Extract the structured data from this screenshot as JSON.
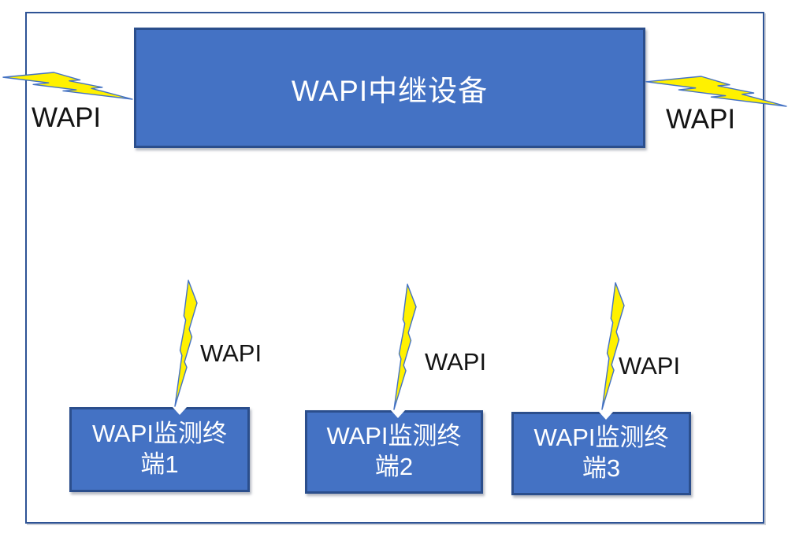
{
  "relay_box": {
    "label": "WAPI中继设备"
  },
  "wireless_links": {
    "left": {
      "label": "WAPI"
    },
    "right": {
      "label": "WAPI"
    },
    "terminal1": {
      "label": "WAPI"
    },
    "terminal2": {
      "label": "WAPI"
    },
    "terminal3": {
      "label": "WAPI"
    }
  },
  "terminal_boxes": [
    {
      "label": "WAPI监测终端1",
      "lines": [
        "WAPI监测终",
        "端1"
      ]
    },
    {
      "label": "WAPI监测终端2",
      "lines": [
        "WAPI监测终",
        "端2"
      ]
    },
    {
      "label": "WAPI监测终端3",
      "lines": [
        "WAPI监测终",
        "端3"
      ]
    }
  ],
  "icons": {
    "lightning_bolt": "zigzag-lightning-bolt-shape"
  },
  "colors": {
    "box_fill": "#4472C4",
    "box_border": "#2B4E8C",
    "frame_border": "#2E5395",
    "bolt_fill": "#FFF100",
    "bolt_stroke": "#4472C4",
    "box_text": "#FFFFFF",
    "label_text": "#141414",
    "background": "#FFFFFF"
  }
}
